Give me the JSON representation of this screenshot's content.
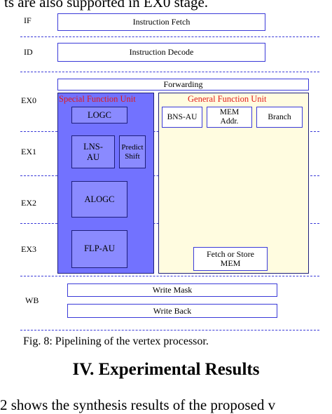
{
  "top_text": "ts are also supported in EX0 stage.",
  "stages": {
    "if": "IF",
    "id": "ID",
    "ex0": "EX0",
    "ex1": "EX1",
    "ex2": "EX2",
    "ex3": "EX3",
    "wb": "WB"
  },
  "boxes": {
    "instruction_fetch": "Instruction Fetch",
    "instruction_decode": "Instruction Decode",
    "forwarding": "Forwarding",
    "write_mask": "Write Mask",
    "write_back": "Write Back"
  },
  "special_unit": {
    "title": "Special Function Unit",
    "logc": "LOGC",
    "lns_au": "LNS-\nAU",
    "predict_shift": "Predict\nShift",
    "alogc": "ALOGC",
    "flp_au": "FLP-AU"
  },
  "general_unit": {
    "title": "General Function Unit",
    "bns_au": "BNS-AU",
    "mem_addr": "MEM\nAddr.",
    "branch": "Branch",
    "fetch_store": "Fetch or Store\nMEM"
  },
  "caption": "Fig. 8: Pipelining of the vertex processor.",
  "section_heading": "IV. Experimental Results",
  "bottom_text": "2 shows the synthesis results of the proposed v",
  "colors": {
    "line_blue": "#3a3ad8",
    "special_fill": "#7272ff",
    "special_box_fill": "#8a8aff",
    "general_fill": "#fffce0",
    "unit_title_red": "#e11a1a"
  }
}
